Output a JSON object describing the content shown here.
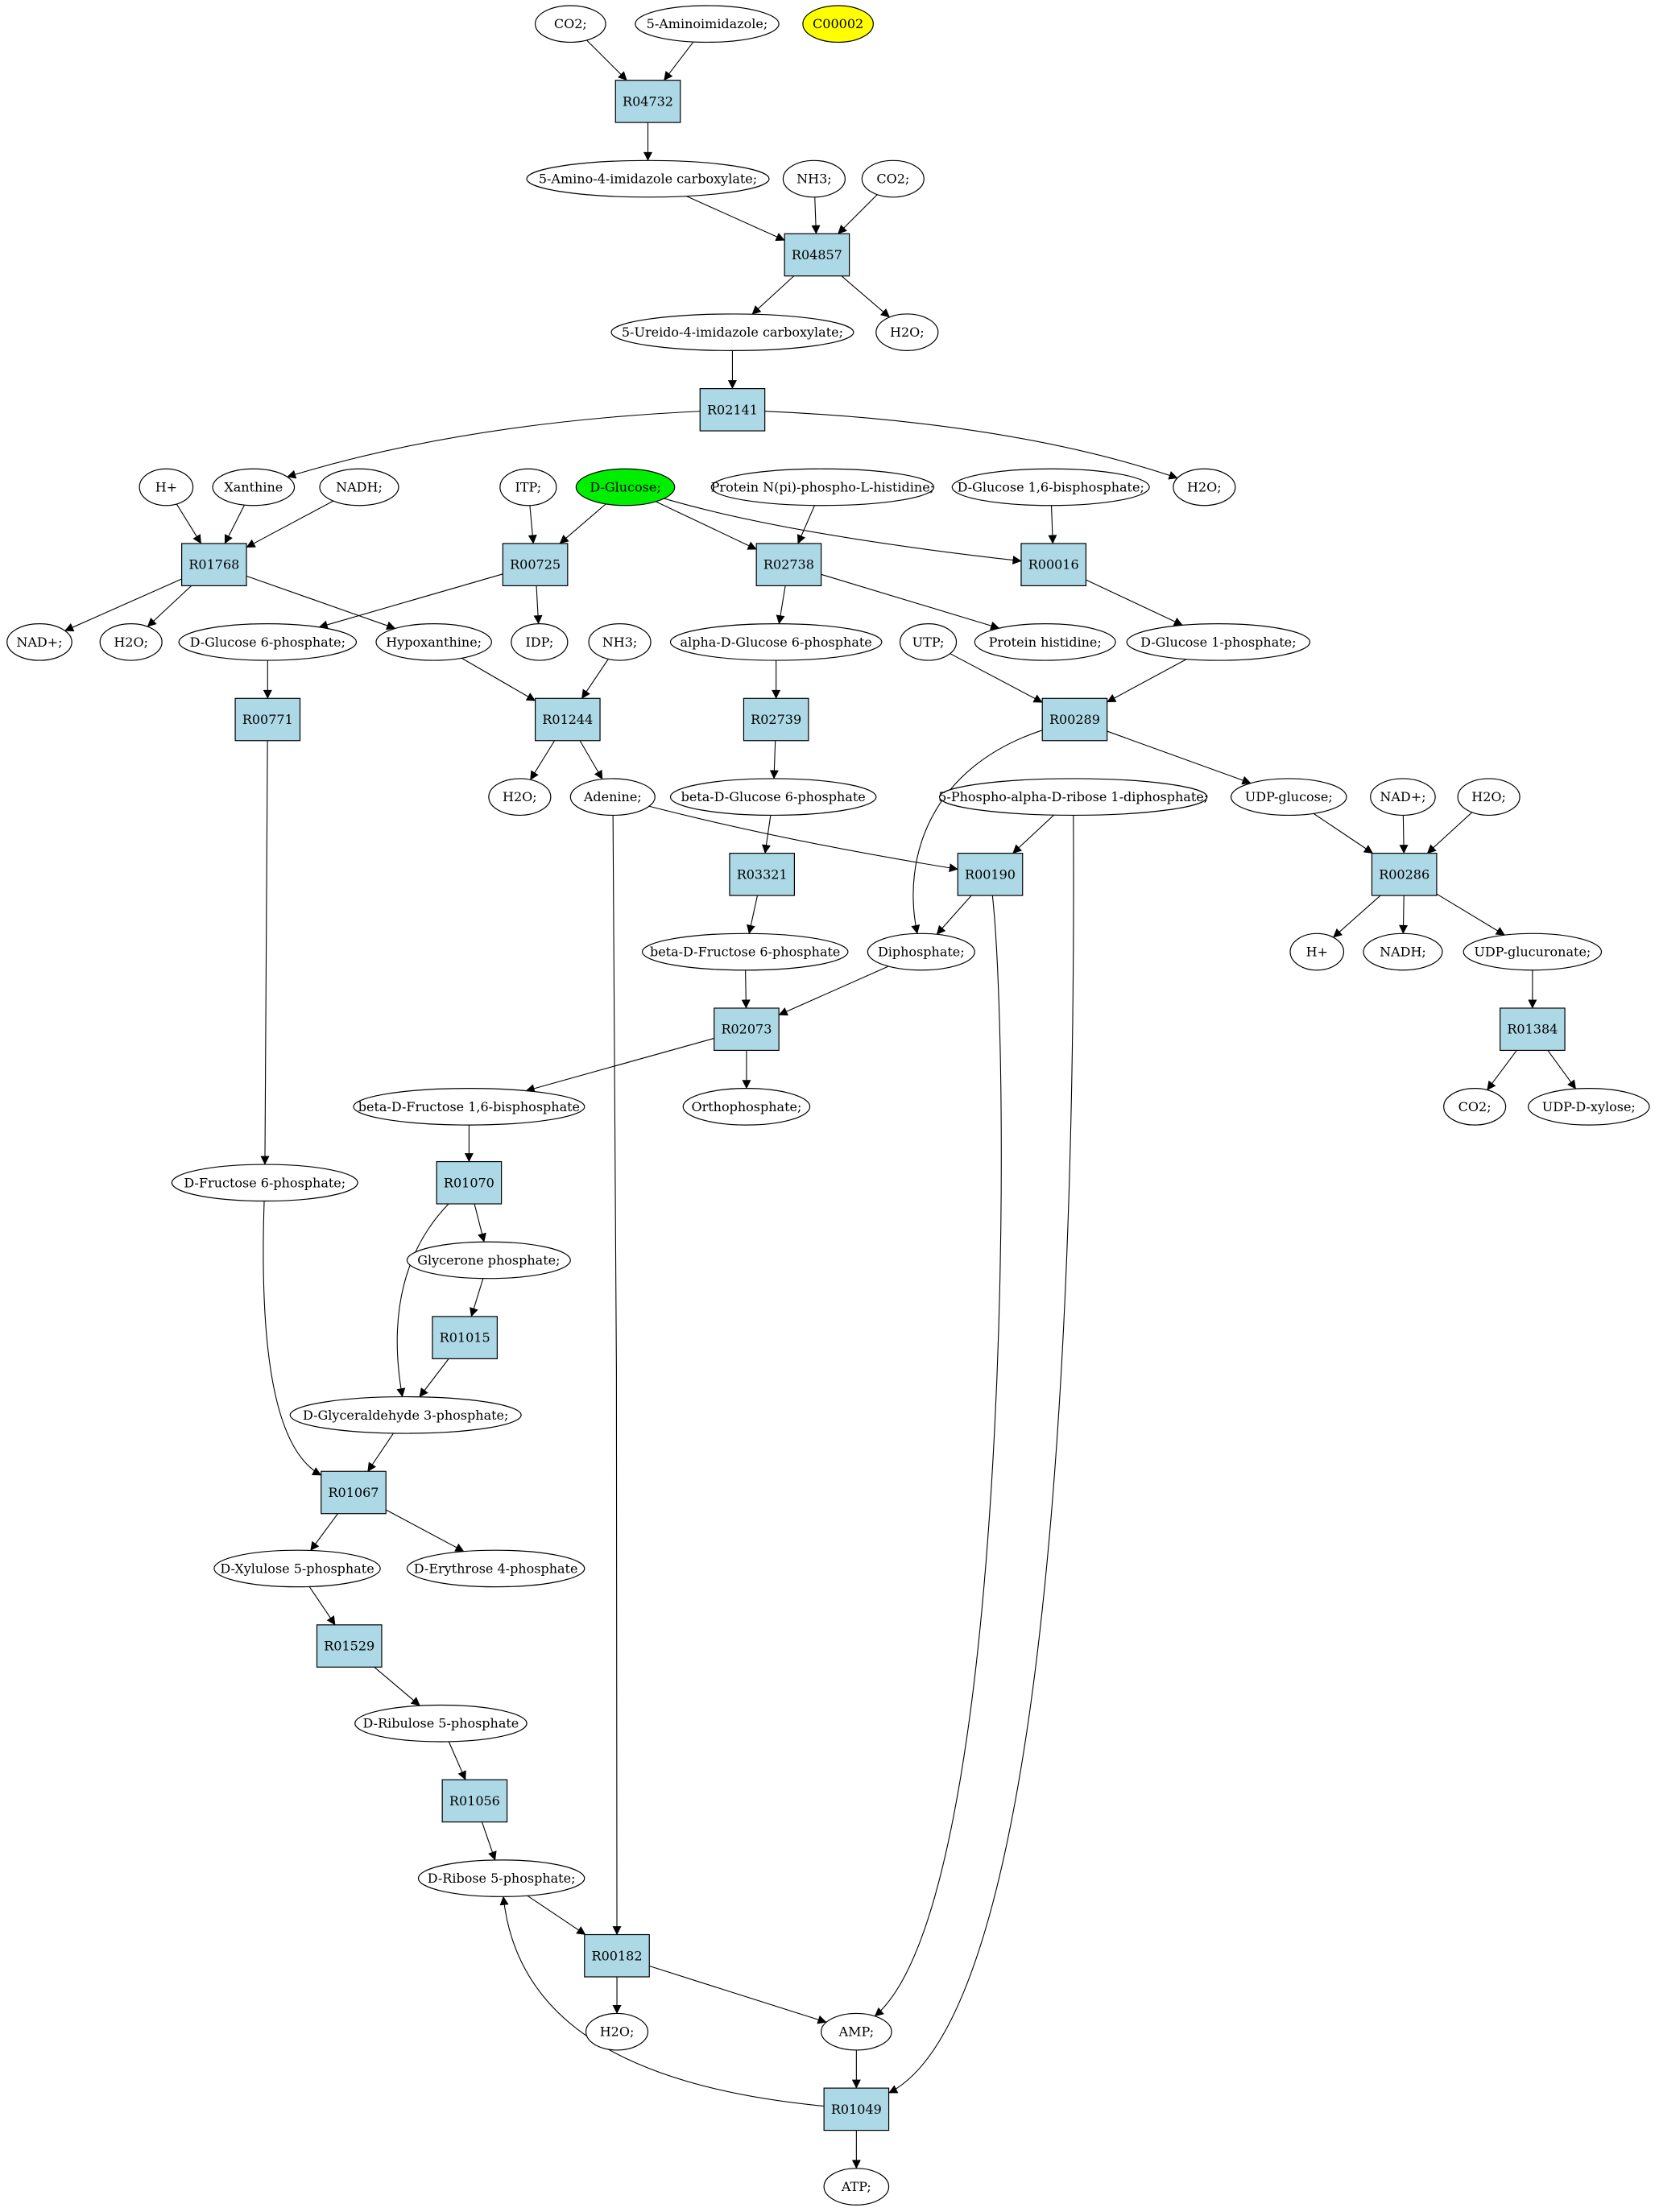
{
  "colors": {
    "reaction_fill": "#add8e6",
    "highlight_green": "#00ee00",
    "highlight_yellow": "#ffff00",
    "compound_fill": "#ffffff",
    "stroke": "#000000"
  },
  "nodes": {
    "co2_top": "CO2;",
    "aminoimidazole": "5-Aminoimidazole;",
    "c00002": "C00002",
    "r04732": "R04732",
    "amino_imidazole_carboxylate": "5-Amino-4-imidazole carboxylate;",
    "nh3_top": "NH3;",
    "co2_mid": "CO2;",
    "r04857": "R04857",
    "ureido_imidazole_carboxylate": "5-Ureido-4-imidazole carboxylate;",
    "h2o_r04857": "H2O;",
    "r02141": "R02141",
    "h_plus_top": "H+",
    "xanthine": "Xanthine",
    "nadh_top": "NADH;",
    "itp": "ITP;",
    "d_glucose": "D-Glucose;",
    "protein_npi_phospho_histidine": "Protein N(pi)-phospho-L-histidine;",
    "d_glucose_16_bisphosphate": "D-Glucose 1,6-bisphosphate;",
    "h2o_r02141": "H2O;",
    "r01768": "R01768",
    "r00725": "R00725",
    "r02738": "R02738",
    "r00016": "R00016",
    "nad_plus_left": "NAD+;",
    "h2o_r01768": "H2O;",
    "d_glucose_6_phosphate": "D-Glucose 6-phosphate;",
    "hypoxanthine": "Hypoxanthine;",
    "idp": "IDP;",
    "nh3_mid": "NH3;",
    "alpha_d_glucose_6_phosphate": "alpha-D-Glucose 6-phosphate",
    "utp": "UTP;",
    "protein_histidine": "Protein histidine;",
    "d_glucose_1_phosphate": "D-Glucose 1-phosphate;",
    "r00771": "R00771",
    "r01244": "R01244",
    "r02739": "R02739",
    "r00289": "R00289",
    "h2o_r01244": "H2O;",
    "adenine": "Adenine;",
    "beta_d_glucose_6_phosphate": "beta-D-Glucose 6-phosphate",
    "prpp": "5-Phospho-alpha-D-ribose 1-diphosphate;",
    "udp_glucose": "UDP-glucose;",
    "nad_plus_right": "NAD+;",
    "h2o_right": "H2O;",
    "r03321": "R03321",
    "r00190": "R00190",
    "r00286": "R00286",
    "beta_d_fructose_6_phosphate": "beta-D-Fructose 6-phosphate",
    "diphosphate": "Diphosphate;",
    "h_plus_right": "H+",
    "nadh_right": "NADH;",
    "udp_glucuronate": "UDP-glucuronate;",
    "r02073": "R02073",
    "r01384": "R01384",
    "beta_d_fructose_16_bisphosphate": "beta-D-Fructose 1,6-bisphosphate",
    "orthophosphate": "Orthophosphate;",
    "co2_right": "CO2;",
    "udp_d_xylose": "UDP-D-xylose;",
    "r01070": "R01070",
    "d_fructose_6_phosphate": "D-Fructose 6-phosphate;",
    "glycerone_phosphate": "Glycerone phosphate;",
    "r01015": "R01015",
    "d_glyceraldehyde_3_phosphate": "D-Glyceraldehyde 3-phosphate;",
    "r01067": "R01067",
    "d_xylulose_5_phosphate": "D-Xylulose 5-phosphate",
    "d_erythrose_4_phosphate": "D-Erythrose 4-phosphate",
    "r01529": "R01529",
    "d_ribulose_5_phosphate": "D-Ribulose 5-phosphate",
    "r01056": "R01056",
    "d_ribose_5_phosphate": "D-Ribose 5-phosphate;",
    "r00182": "R00182",
    "h2o_bottom": "H2O;",
    "amp": "AMP;",
    "r01049": "R01049",
    "atp": "ATP;"
  }
}
